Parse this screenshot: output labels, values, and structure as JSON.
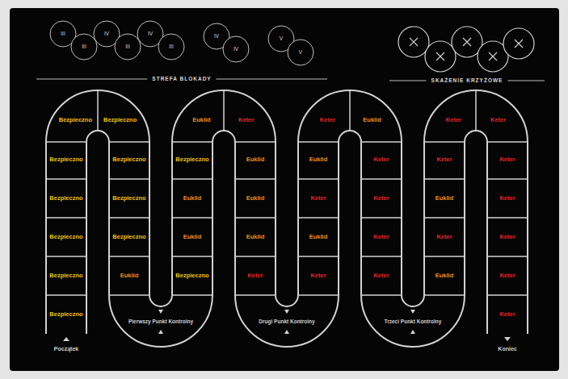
{
  "diagram": {
    "labels": [
      "III",
      "III",
      "IV",
      "III",
      "IV",
      "III",
      "IV",
      "IV",
      "V",
      "V",
      "STREFA BLOKADY",
      "SKAŻENIE KRZYŻOWE",
      "Bezpieczno",
      "Bezpieczno",
      "Bezpieczno",
      "Bezpieczno",
      "Bezpieczno",
      "Bezpieczno",
      "Bezpieczno",
      "Bezpieczno",
      "Bezpieczno",
      "Bezpieczno",
      "Euklid",
      "Euklid",
      "Bezpieczno",
      "Euklid",
      "Euklid",
      "Bezpieczno",
      "Keter",
      "Euklid",
      "Euklid",
      "Euklid",
      "Keter",
      "Keter",
      "Euklid",
      "Keter",
      "Euklid",
      "Keter",
      "Euklid",
      "Keter",
      "Keter",
      "Keter",
      "Keter",
      "Keter",
      "Keter",
      "Euklid",
      "Keter",
      "Euklid",
      "Keter",
      "Keter",
      "Keter",
      "Keter",
      "Keter",
      "Keter",
      "Pierwszy Punkt Kontrolny",
      "Drugi Punkt Kontrolny",
      "Trzeci Punkt Kontrolny",
      "Początek",
      "Koniec"
    ]
  }
}
